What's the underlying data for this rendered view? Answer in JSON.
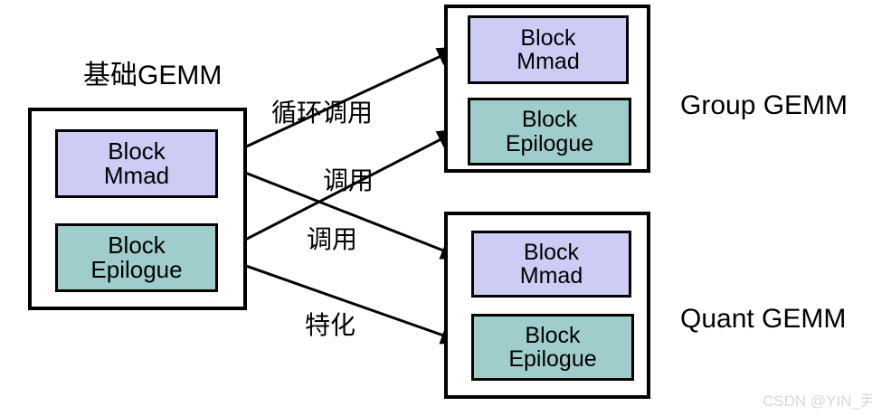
{
  "diagram": {
    "title_left": "基础GEMM",
    "watermark": "CSDN @YIN_尹",
    "colors": {
      "mmad_fill": "#ccccf5",
      "epilogue_fill": "#9fcdcb",
      "stroke": "#000000",
      "background": "#ffffff",
      "watermark": "#d8d8d8"
    },
    "groups": [
      {
        "id": "base-gemm",
        "caption": "基础GEMM",
        "caption_position": "top",
        "blocks": [
          {
            "id": "base-mmad",
            "line1": "Block",
            "line2": "Mmad",
            "fill": "#ccccf5"
          },
          {
            "id": "base-epilogue",
            "line1": "Block",
            "line2": "Epilogue",
            "fill": "#9fcdcb"
          }
        ]
      },
      {
        "id": "group-gemm",
        "caption": "Group GEMM",
        "caption_position": "right",
        "blocks": [
          {
            "id": "group-mmad",
            "line1": "Block",
            "line2": "Mmad",
            "fill": "#ccccf5"
          },
          {
            "id": "group-epilogue",
            "line1": "Block",
            "line2": "Epilogue",
            "fill": "#9fcdcb"
          }
        ]
      },
      {
        "id": "quant-gemm",
        "caption": "Quant GEMM",
        "caption_position": "right",
        "blocks": [
          {
            "id": "quant-mmad",
            "line1": "Block",
            "line2": "Mmad",
            "fill": "#ccccf5"
          },
          {
            "id": "quant-epilogue",
            "line1": "Block",
            "line2": "Epilogue",
            "fill": "#9fcdcb"
          }
        ]
      }
    ],
    "edges": [
      {
        "id": "edge-loop-call",
        "label": "循环调用",
        "from": "base-mmad",
        "to": "group-mmad"
      },
      {
        "id": "edge-call-1",
        "label": "调用",
        "from": "base-epilogue",
        "to": "group-epilogue"
      },
      {
        "id": "edge-call-2",
        "label": "调用",
        "from": "base-mmad",
        "to": "quant-mmad"
      },
      {
        "id": "edge-specialize",
        "label": "特化",
        "from": "base-epilogue",
        "to": "quant-epilogue"
      }
    ]
  }
}
